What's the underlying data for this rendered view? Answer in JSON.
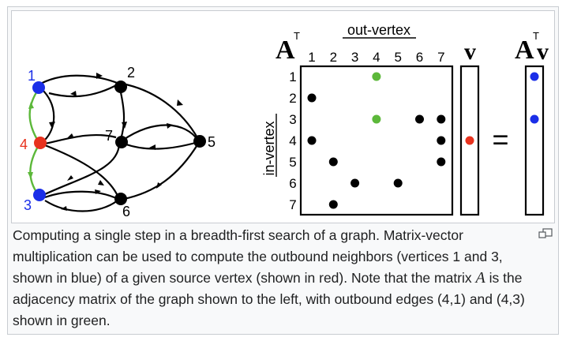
{
  "graph": {
    "vertices": [
      {
        "id": "1",
        "label": "1",
        "color": "#1a2ee8",
        "state": "outbound neighbor"
      },
      {
        "id": "2",
        "label": "2",
        "color": "#000000",
        "state": "unvisited"
      },
      {
        "id": "3",
        "label": "3",
        "color": "#1a2ee8",
        "state": "outbound neighbor"
      },
      {
        "id": "4",
        "label": "4",
        "color": "#e8321e",
        "state": "source"
      },
      {
        "id": "5",
        "label": "5",
        "color": "#000000",
        "state": "unvisited"
      },
      {
        "id": "6",
        "label": "6",
        "color": "#000000",
        "state": "unvisited"
      },
      {
        "id": "7",
        "label": "7",
        "color": "#000000",
        "state": "unvisited"
      }
    ],
    "edges_green": [
      [
        "4",
        "1"
      ],
      [
        "4",
        "3"
      ]
    ],
    "edge_color_highlight": "#5cb83a"
  },
  "matrix": {
    "title_A": "A",
    "title_T": "T",
    "col_header": "out-vertex",
    "row_header": "in-vertex",
    "col_labels": [
      "1",
      "2",
      "3",
      "4",
      "5",
      "6",
      "7"
    ],
    "row_labels": [
      "1",
      "2",
      "3",
      "4",
      "5",
      "6",
      "7"
    ],
    "entries": [
      {
        "row": 1,
        "col": 4,
        "color": "#5cb83a"
      },
      {
        "row": 2,
        "col": 1,
        "color": "#000000"
      },
      {
        "row": 3,
        "col": 4,
        "color": "#5cb83a"
      },
      {
        "row": 3,
        "col": 6,
        "color": "#000000"
      },
      {
        "row": 3,
        "col": 7,
        "color": "#000000"
      },
      {
        "row": 4,
        "col": 1,
        "color": "#000000"
      },
      {
        "row": 4,
        "col": 7,
        "color": "#000000"
      },
      {
        "row": 5,
        "col": 2,
        "color": "#000000"
      },
      {
        "row": 5,
        "col": 7,
        "color": "#000000"
      },
      {
        "row": 6,
        "col": 3,
        "color": "#000000"
      },
      {
        "row": 6,
        "col": 5,
        "color": "#000000"
      },
      {
        "row": 7,
        "col": 2,
        "color": "#000000"
      }
    ]
  },
  "vector_v": {
    "label": "v",
    "entries": [
      {
        "row": 4,
        "color": "#e8321e"
      }
    ]
  },
  "equals_sign": "=",
  "result": {
    "label_A": "A",
    "label_T": "T",
    "label_v": "v",
    "entries": [
      {
        "row": 1,
        "color": "#1a2ee8"
      },
      {
        "row": 3,
        "color": "#1a2ee8"
      }
    ]
  },
  "caption": {
    "part1": "Computing a single step in a breadth-first search of a graph. Matrix-vector multiplication can be used to compute the outbound neighbors (vertices 1 and 3, shown in blue) of a given source vertex (shown in red). Note that the matrix ",
    "math_var": "A",
    "part2": " is the adjacency matrix of the graph shown to the left, with outbound edges (4,1) and (4,3) shown in green."
  },
  "colors": {
    "blue": "#1a2ee8",
    "red": "#e8321e",
    "green": "#5cb83a",
    "black": "#000000"
  }
}
